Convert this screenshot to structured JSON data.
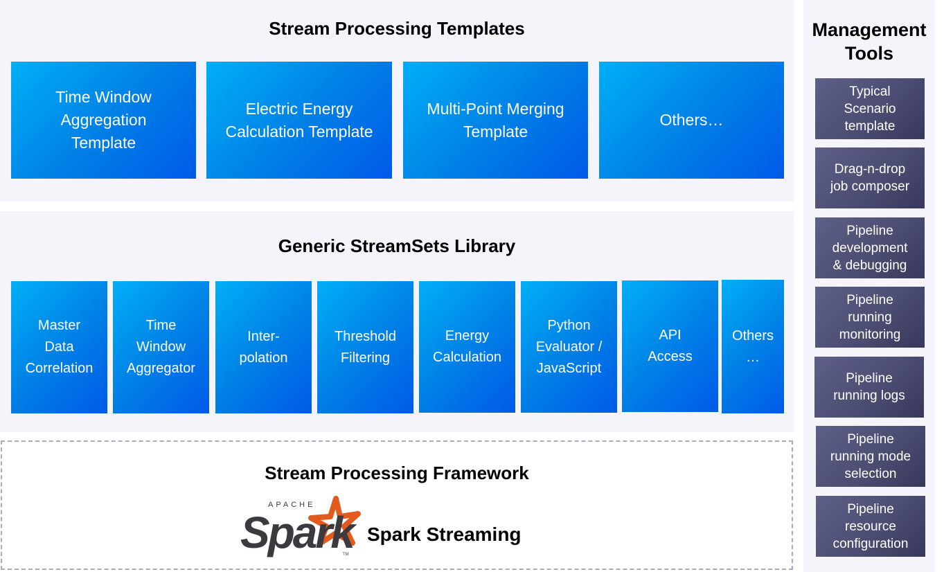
{
  "templates": {
    "title": "Stream Processing Templates",
    "items": [
      {
        "label": "Time Window\nAggregation\nTemplate"
      },
      {
        "label": "Electric Energy\nCalculation Template"
      },
      {
        "label": "Multi-Point Merging\nTemplate"
      },
      {
        "label": "Others…"
      }
    ]
  },
  "library": {
    "title": "Generic StreamSets Library",
    "items": [
      {
        "label": "Master\nData\nCorrelation"
      },
      {
        "label": "Time\nWindow\nAggregator"
      },
      {
        "label": "Inter-\npolation"
      },
      {
        "label": "Threshold\nFiltering"
      },
      {
        "label": "Energy\nCalculation"
      },
      {
        "label": "Python\nEvaluator /\nJavaScript"
      },
      {
        "label": "API\nAccess"
      },
      {
        "label": "Others\n…"
      }
    ]
  },
  "framework": {
    "title": "Stream Processing Framework",
    "logo_small": "APACHE",
    "logo_main": "Spark",
    "logo_tm": "TM",
    "engine_label": "Spark Streaming"
  },
  "management": {
    "title": "Management\nTools",
    "items": [
      {
        "label": "Typical\nScenario\ntemplate"
      },
      {
        "label": "Drag-n-drop\njob composer"
      },
      {
        "label": "Pipeline\ndevelopment\n& debugging"
      },
      {
        "label": "Pipeline\nrunning\nmonitoring"
      },
      {
        "label": "Pipeline\nrunning logs"
      },
      {
        "label": "Pipeline\nrunning mode\nselection"
      },
      {
        "label": "Pipeline\nresource\nconfiguration"
      }
    ]
  },
  "colors": {
    "blue_start": "#00aff7",
    "blue_end": "#005ae8",
    "slate_start": "#5e5f87",
    "slate_end": "#38385c",
    "panel_bg": "#f4f4fa",
    "spark_orange": "#e25a1c",
    "spark_gray": "#3c3a3e"
  }
}
